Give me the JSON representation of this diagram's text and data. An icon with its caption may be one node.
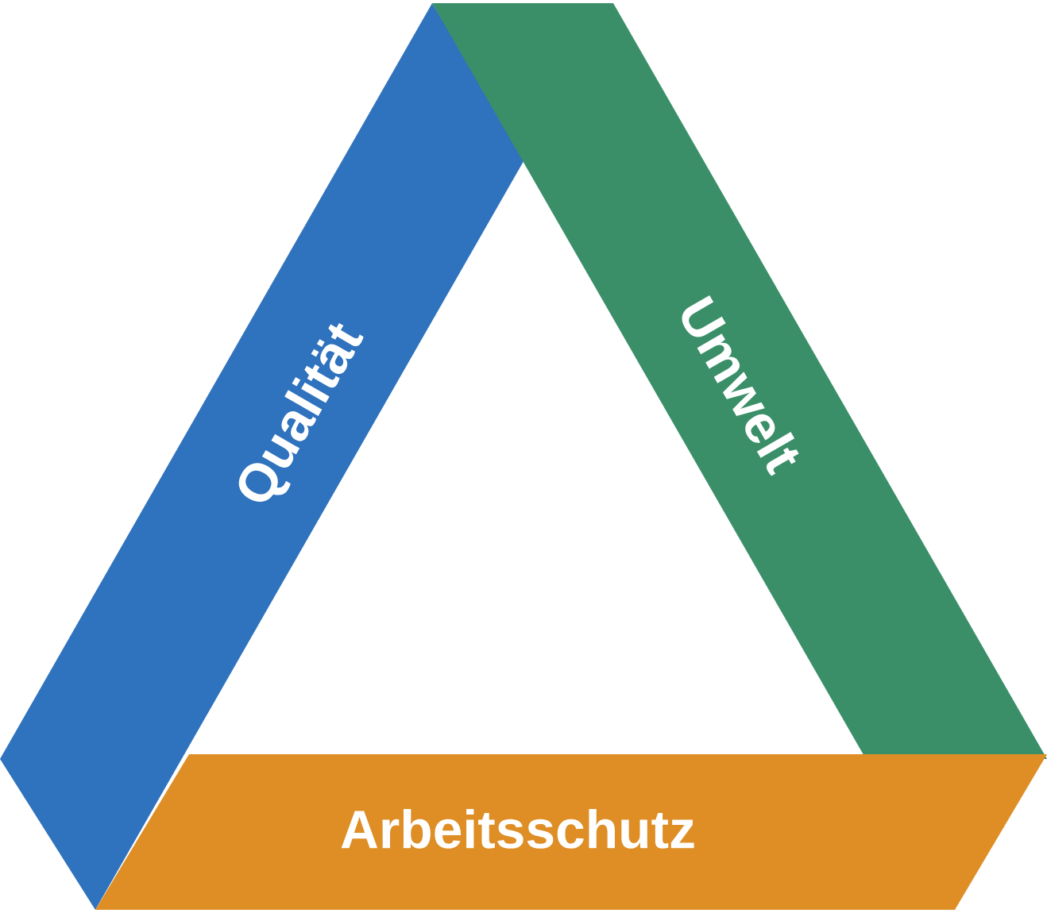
{
  "diagram": {
    "nodes": [
      {
        "text": [
          "Qualität"
        ]
      },
      {
        "text": [
          "Umwelt"
        ]
      },
      {
        "text": [
          "Arbeitsschutz"
        ]
      }
    ]
  }
}
